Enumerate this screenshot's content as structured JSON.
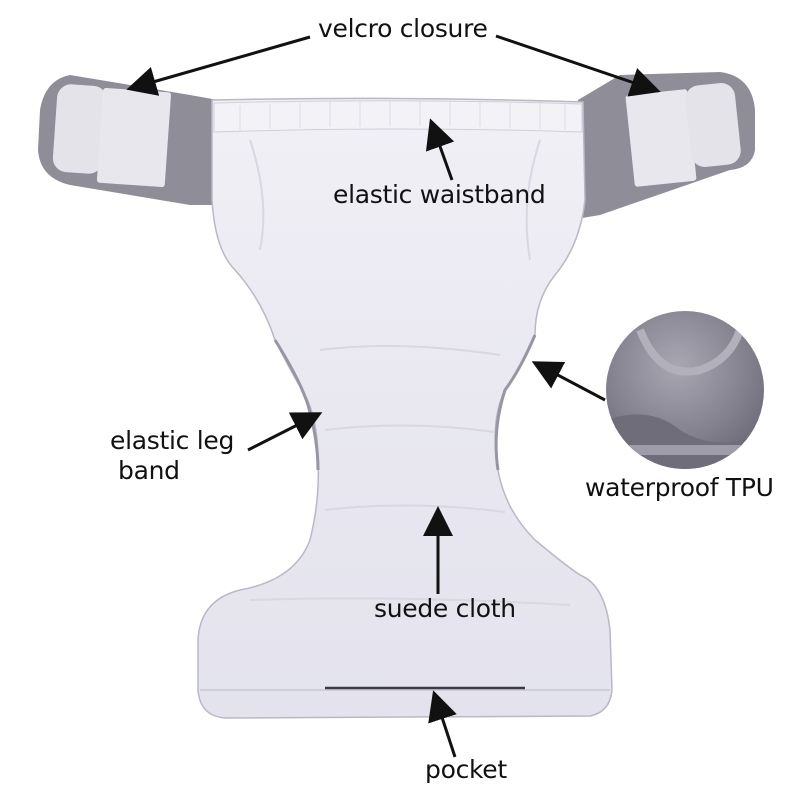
{
  "figure": {
    "subject": "cloth diaper (open, inner side)",
    "colors": {
      "background": "#ffffff",
      "fabric_inner": "#ecebf3",
      "fabric_shadow": "#d9d8e3",
      "wing_outer": "#8f8d98",
      "wing_inner": "#85838f",
      "velcro_patch": "#e6e5ec",
      "tpu_swatch": "#7e7c88",
      "label_text": "#111111",
      "arrow": "#111111"
    }
  },
  "labels": {
    "velcro_closure": "velcro closure",
    "elastic_waistband": "elastic waistband",
    "elastic_leg_band_line1": "elastic leg",
    "elastic_leg_band_line2": "band",
    "waterproof_tpu": "waterproof TPU",
    "suede_cloth": "suede cloth",
    "pocket": "pocket"
  }
}
